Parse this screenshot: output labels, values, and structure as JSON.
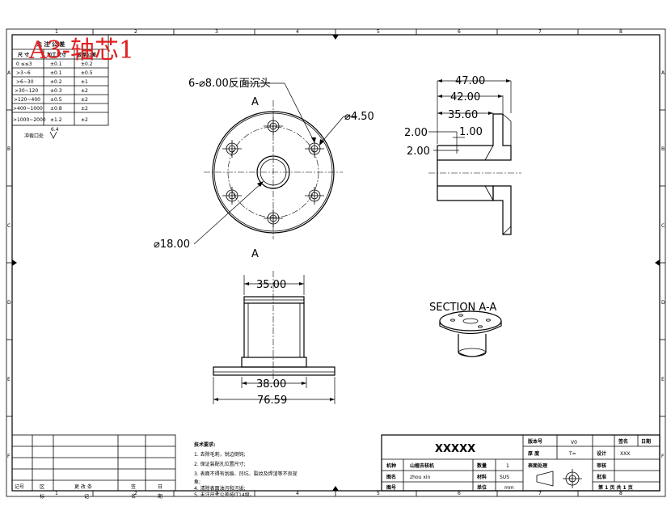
{
  "drawing_title": "A3-轴芯1",
  "top_view": {
    "hole_note": "6-⌀8.00反面沉头",
    "small_hole_dia": "⌀4.50",
    "outer_dia": "⌀18.00",
    "section_label_top": "A",
    "section_label_bottom": "A"
  },
  "side_view": {
    "dim_47": "47.00",
    "dim_42": "42.00",
    "dim_35_6": "35.60",
    "dim_1": "1.00",
    "dim_2a": "2.00",
    "dim_2b": "2.00"
  },
  "front_view": {
    "dim_35": "35.00",
    "dim_38": "38.00",
    "dim_76": "76.59"
  },
  "section_caption": "SECTION A-A",
  "tolerance_table": {
    "title": "未 注 公 差",
    "headers": [
      "尺 寸",
      "加工尺寸",
      "板厚公差"
    ],
    "rows": [
      [
        "0 ≤≤3",
        "±0.1",
        "±0.2"
      ],
      [
        ">3~6",
        "±0.1",
        "±0.5"
      ],
      [
        ">6~30",
        "±0.2",
        "±1"
      ],
      [
        ">30~120",
        "±0.3",
        "±2"
      ],
      [
        ">120~400",
        "±0.5",
        "±2"
      ],
      [
        ">400~1000",
        "±0.8",
        "±2"
      ],
      [
        ">1000~2000",
        "±1.2",
        "±2"
      ]
    ],
    "finish_label": "冲裁口处",
    "finish_value": "6.4"
  },
  "tech_notes": {
    "title": "技术要求:",
    "items": [
      "1. 去除毛刺，锐边倒钝;",
      "2. 保证装配孔位置尺寸;",
      "3. 表面不得有划痕、凹坑、裂纹及焊渣等不良现",
      "象;",
      "4. 清除表面油污和污垢;",
      "5. 未注尺寸公差按IT14级。"
    ]
  },
  "revision_block": {
    "labels": [
      "记号",
      "区",
      "更 改 条",
      "签",
      "日"
    ],
    "labels2": [
      "标",
      "记",
      "名",
      "期"
    ]
  },
  "title_block": {
    "project": "XXXXX",
    "version_label": "版本号",
    "version_value": "V0",
    "thickness_label": "厚 度",
    "thickness_value": "T=",
    "sign_label": "签名",
    "date_label": "日期",
    "design_label": "设计",
    "design_value": "XXX",
    "machine_label": "机种",
    "machine_value": "山楂去核机",
    "qty_label": "数量",
    "qty_value": "1",
    "surface_label": "表面处理",
    "review_label": "审核",
    "drawing_no_label": "图名",
    "drawing_no_value": "zhou xin",
    "material_label": "材料",
    "material_value": "SUS",
    "approve_label": "批准",
    "part_no_label": "图号",
    "unit_label": "单位",
    "unit_value": "mm",
    "sheet_info": "第 1 页  共 1 页"
  },
  "border_cols": [
    "1",
    "2",
    "3",
    "4",
    "5",
    "6",
    "7",
    "8"
  ],
  "border_rows": [
    "A",
    "B",
    "C",
    "D",
    "E",
    "F"
  ]
}
